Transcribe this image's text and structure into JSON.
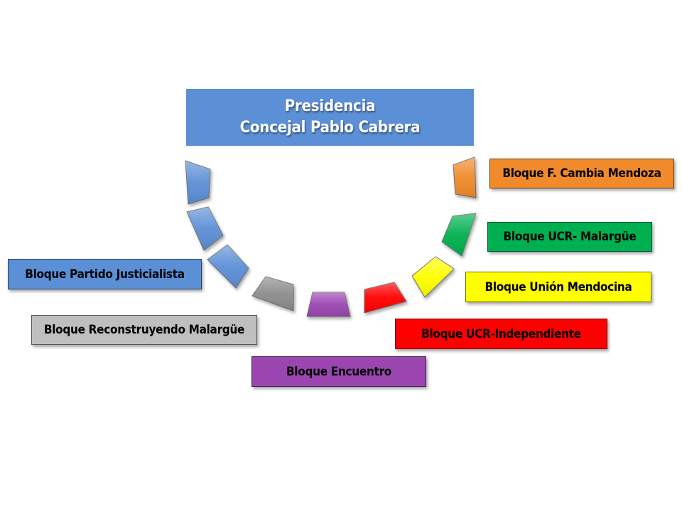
{
  "presidency": {
    "line1": "Presidencia",
    "line2": "Concejal Pablo Cabrera",
    "color": "#5b8fd6"
  },
  "blocs": {
    "pj": {
      "label": "Bloque Partido Justicialista",
      "color": "#5b8fd6",
      "seats": 3
    },
    "reconstruyendo": {
      "label": "Bloque Reconstruyendo Malargüe",
      "color": "#bfbfbf",
      "seats": 1
    },
    "encuentro": {
      "label": "Bloque Encuentro",
      "color": "#9b46b0",
      "seats": 1
    },
    "ucr_independiente": {
      "label": "Bloque UCR-Independiente",
      "color": "#ff0000",
      "seats": 1
    },
    "union_mendocina": {
      "label": "Bloque Unión Mendocina",
      "color": "#ffff00",
      "seats": 1
    },
    "ucr_malargue": {
      "label": "Bloque UCR- Malargüe",
      "color": "#00b050",
      "seats": 1
    },
    "cambia_mendoza": {
      "label": "Bloque F. Cambia Mendoza",
      "color": "#f08a2a",
      "seats": 1
    }
  }
}
